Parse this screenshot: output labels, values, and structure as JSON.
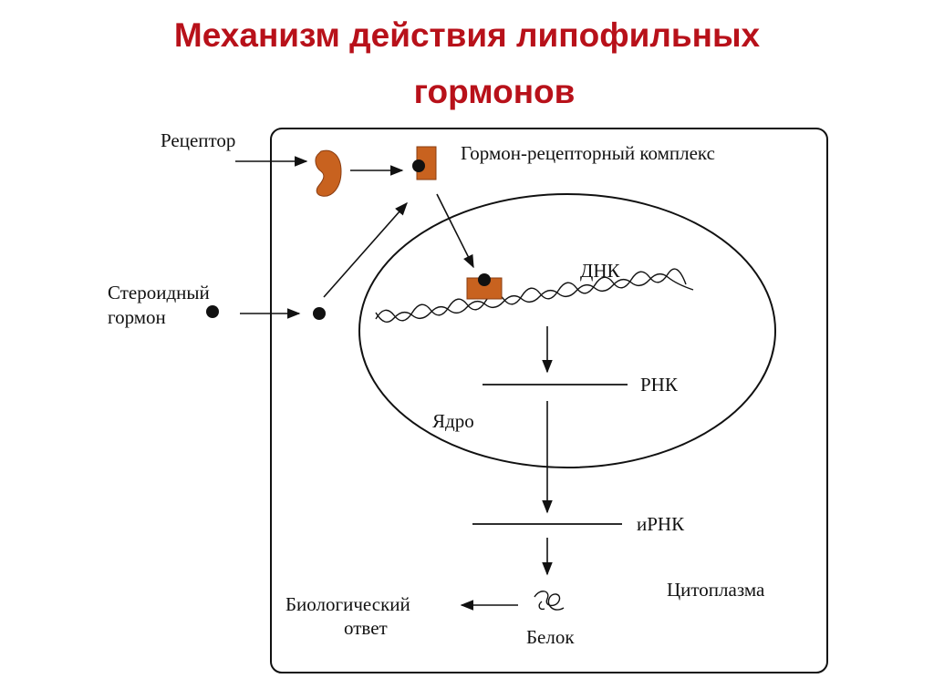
{
  "title": {
    "line1": "Механизм действия липофильных",
    "line2": "гормонов"
  },
  "labels": {
    "receptor": "Рецептор",
    "complex": "Гормон-рецепторный комплекс",
    "steroid_line1": "Стероидный",
    "steroid_line2": "гормон",
    "dna": "ДНК",
    "rna": "РНК",
    "nucleus": "Ядро",
    "mrna": "иРНК",
    "cytoplasm": "Цитоплазма",
    "response_line1": "Биологический",
    "response_line2": "ответ",
    "protein": "Белок"
  },
  "colors": {
    "title": "#b8111a",
    "receptor": "#c8621f",
    "receptor_dark": "#8a3d12",
    "line": "#111111"
  }
}
